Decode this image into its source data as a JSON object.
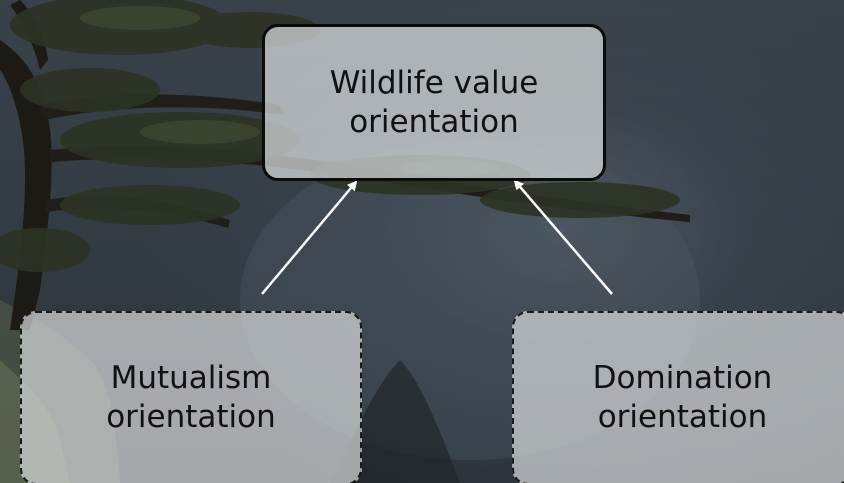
{
  "diagram": {
    "top_node": {
      "line1": "Wildlife value",
      "line2": "orientation"
    },
    "left_node": {
      "line1": "Mutualism",
      "line2": "orientation"
    },
    "right_node": {
      "line1": "Domination",
      "line2": "orientation"
    },
    "edges": [
      {
        "from": "left_node",
        "to": "top_node"
      },
      {
        "from": "right_node",
        "to": "top_node"
      }
    ],
    "colors": {
      "arrow": "#ffffff",
      "node_fill": "#d7dadc",
      "node_border": "#0b0b0b",
      "background": "#2d343b"
    }
  }
}
